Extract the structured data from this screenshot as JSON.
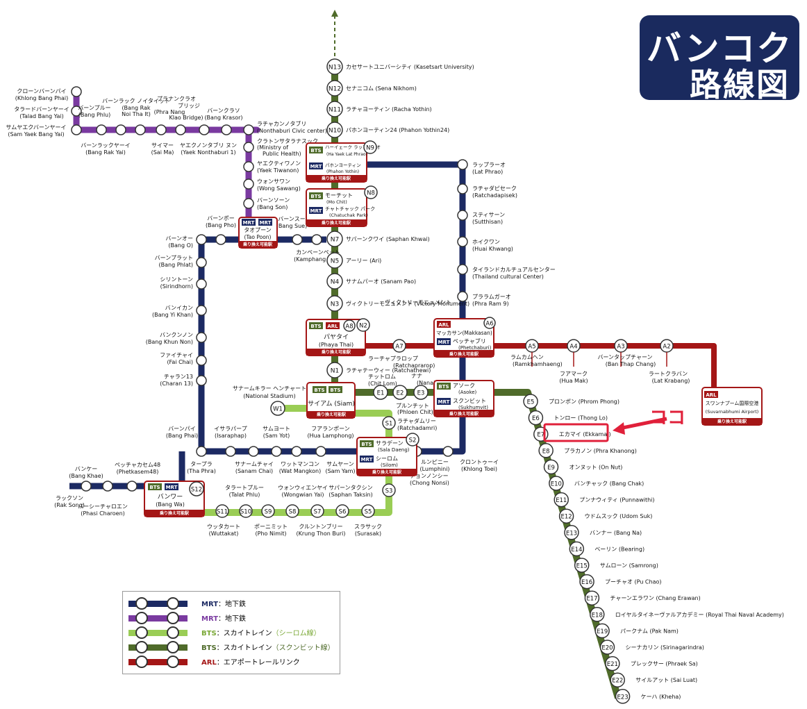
{
  "title": {
    "line1": "バンコク",
    "line2": "路線図"
  },
  "colors": {
    "mrt_blue": "#1c2a63",
    "mrt_purple": "#7a3aa0",
    "bts_silom": "#9acd55",
    "bts_sukhumvit": "#4f6b2a",
    "arl": "#a41616",
    "highlight": "#e0203a"
  },
  "annotation": "ココ",
  "interchanges": [
    {
      "id": "hayaek",
      "lines": [
        {
          "tag": "BTS",
          "name": "ハーイェーク ラップラーオ",
          "sub": "(Ha Yaek Lat Phrao)"
        },
        {
          "tag": "MRT",
          "name": "パホンヨーティン",
          "sub": "(Phahon Yothin)"
        }
      ],
      "code": "N9",
      "note": "乗り換え可能駅"
    },
    {
      "id": "mochit",
      "lines": [
        {
          "tag": "BTS",
          "name": "モーチット",
          "sub": "(Mo Chit)"
        },
        {
          "tag": "MRT",
          "name": "チャトチャック パーク",
          "sub": "(Chatuchak Park)"
        }
      ],
      "code": "N8",
      "note": "乗り換え可能駅"
    },
    {
      "id": "taopoon",
      "tags": [
        "MRT",
        "MRT"
      ],
      "name": "タオプーン",
      "sub": "(Tao Poon)",
      "note": "乗り換え可能駅"
    },
    {
      "id": "phayathai",
      "tags": [
        "BTS",
        "ARL"
      ],
      "name": "パヤタイ",
      "sub": "(Phaya Thai)",
      "codes": [
        "A8",
        "N2"
      ],
      "note": "乗り換え可能駅"
    },
    {
      "id": "makkasan",
      "lines": [
        {
          "tag": "ARL",
          "name": "マッカサン(Makkasan)"
        },
        {
          "tag": "MRT",
          "name": "ペッチャブリ",
          "sub": "(Phetchaburi)"
        }
      ],
      "code": "A6",
      "note": "乗り換え可能駅"
    },
    {
      "id": "siam",
      "tags": [
        "BTS",
        "BTS"
      ],
      "name": "サイアム (Siam)",
      "note": "乗り換え可能駅"
    },
    {
      "id": "asoke",
      "lines": [
        {
          "tag": "BTS",
          "name": "アソーク",
          "sub": "(Asoke)"
        },
        {
          "tag": "MRT",
          "name": "スクンビット",
          "sub": "(Sukhumvit)"
        }
      ],
      "note": "乗り換え可能駅"
    },
    {
      "id": "saladaeng",
      "lines": [
        {
          "tag": "BTS",
          "name": "サラデーン",
          "sub": "(Sala Daeng)"
        },
        {
          "tag": "MRT",
          "name": "シーロム",
          "sub": "(Silom)"
        }
      ],
      "code": "S2",
      "note": "乗り換え可能駅"
    },
    {
      "id": "bangwa",
      "tags": [
        "BTS",
        "MRT"
      ],
      "name": "バンワー",
      "sub": "(Bang Wa)",
      "code": "S12",
      "note": "乗り換え可能駅"
    },
    {
      "id": "suvarnabhumi",
      "tags": [
        "ARL"
      ],
      "name": "スワンナプーム国際空港",
      "sub": "(Suvarnabhumi Airport)",
      "note": "乗り換え可能駅"
    }
  ],
  "purple_stations": [
    {
      "ja": "クローンバーンパイ",
      "en": "(Khlong Bang Phai)"
    },
    {
      "ja": "タラードバーンヤーイ",
      "en": "(Talad Bang Yai)"
    },
    {
      "ja": "サムヤエクバーンヤーイ",
      "en": "(Sam Yaek Bang Yai)"
    },
    {
      "ja": "バーンプルー",
      "en": "(Bang Phlu)"
    },
    {
      "ja": "バーンラックヤーイ",
      "en": "(Bang Rak Yai)"
    },
    {
      "ja": "バーンラック ノイタイット",
      "en": "(Bang Rak Noi Tha It)"
    },
    {
      "ja": "サイマー",
      "en": "(Sai Ma)"
    },
    {
      "ja": "プラナンクラオ ブリッジ",
      "en": "(Phra Nang Klao Bridge)"
    },
    {
      "ja": "ヤエクノンタブリ ヌン",
      "en": "(Yaek Nonthaburi 1)"
    },
    {
      "ja": "バーンクラソ",
      "en": "(Bang Krasor)"
    },
    {
      "ja": "ラチャカンノタブリ",
      "en": "(Nonthaburi Civic center)"
    },
    {
      "ja": "クラトンサタラナスック",
      "en": "(Ministry of Public Health)"
    },
    {
      "ja": "ヤエクティワノン",
      "en": "(Yaek Tiwanon)"
    },
    {
      "ja": "ウォンサワン",
      "en": "(Wong Sawang)"
    },
    {
      "ja": "バーンソーン",
      "en": "(Bang Son)"
    }
  ],
  "blue_stations": [
    {
      "ja": "バーンポー",
      "en": "(Bang Pho)"
    },
    {
      "ja": "バーンスー",
      "en": "(Bang Sue)"
    },
    {
      "ja": "カンペーンペット",
      "en": "(Kamphang Phet)"
    },
    {
      "ja": "バーンオー",
      "en": "(Bang O)"
    },
    {
      "ja": "バーンプラット",
      "en": "(Bang Phlat)"
    },
    {
      "ja": "シリントーン",
      "en": "(Sirindhorn)"
    },
    {
      "ja": "バンイカン",
      "en": "(Bang Yi Khan)"
    },
    {
      "ja": "バンクンノン",
      "en": "(Bang Khun Non)"
    },
    {
      "ja": "ファイチャイ",
      "en": "(Fai Chai)"
    },
    {
      "ja": "チャラン13",
      "en": "(Charan 13)"
    },
    {
      "ja": "バーンパイ",
      "en": "(Bang Phai)"
    },
    {
      "ja": "タープラ",
      "en": "(Tha Phra)"
    },
    {
      "ja": "イサラパープ",
      "en": "(Isaraphap)"
    },
    {
      "ja": "サナームチャイ",
      "en": "(Sanam Chai)"
    },
    {
      "ja": "サムヨート",
      "en": "(Sam Yot)"
    },
    {
      "ja": "ワットマンコン",
      "en": "(Wat Mangkon)"
    },
    {
      "ja": "フアランポーン",
      "en": "(Hua Lamphong)"
    },
    {
      "ja": "サムヤーン",
      "en": "(Sam Yam)"
    },
    {
      "ja": "ルンピニー",
      "en": "(Lumphini)"
    },
    {
      "ja": "クロントゥーイ",
      "en": "(Khlong Toei)"
    },
    {
      "ja": "ラップラーオ",
      "en": "(Lat Phrao)"
    },
    {
      "ja": "ラチャダピセーク",
      "en": "(Ratchadapisek)"
    },
    {
      "ja": "スティサーン",
      "en": "(Sutthisan)"
    },
    {
      "ja": "ホイクワン",
      "en": "(Huai Khwang)"
    },
    {
      "ja": "タイランドカルチュアルセンター",
      "en": "(Thailand cultural Center)"
    },
    {
      "ja": "プララムガーオ",
      "en": "(Phra Ram 9)"
    },
    {
      "ja": "バンケー",
      "en": "(Bang Khae)"
    },
    {
      "ja": "ペッチャカセム48",
      "en": "(Phetkasem48)"
    },
    {
      "ja": "ラックソン",
      "en": "(Rak Song)"
    },
    {
      "ja": "バーシーチャロエン",
      "en": "(Phasi Charoen)"
    }
  ],
  "sukhumvit_north": [
    {
      "code": "N13",
      "ja": "カセサートユニバーシティ",
      "en": "(Kasetsart University)"
    },
    {
      "code": "N12",
      "ja": "セナニコム",
      "en": "(Sena Nikhom)"
    },
    {
      "code": "N11",
      "ja": "ラチャヨーティン",
      "en": "(Racha Yothin)"
    },
    {
      "code": "N10",
      "ja": "パホンヨーティン24",
      "en": "(Phahon Yothin24)"
    },
    {
      "code": "N7",
      "ja": "サパーンクワイ",
      "en": "(Saphan Khwai)"
    },
    {
      "code": "N5",
      "ja": "アーリー",
      "en": "(Ari)"
    },
    {
      "code": "N4",
      "ja": "サナムパーオ",
      "en": "(Sanam Pao)"
    },
    {
      "code": "N3",
      "ja": "ヴィクトリーモニュメント",
      "en": "(Victory Monument)"
    },
    {
      "code": "N1",
      "ja": "ラチャテーウィー",
      "en": "(Ratchathewi)"
    }
  ],
  "sukhumvit_east": [
    {
      "code": "E1",
      "ja": "チットロム",
      "en": "(Chit Lom)"
    },
    {
      "code": "E2",
      "ja": "プルンチット",
      "en": "(Phloen Chit)"
    },
    {
      "code": "E3",
      "ja": "ナナ",
      "en": "(Nana)"
    },
    {
      "code": "E5",
      "ja": "プロンポン",
      "en": "(Phrom Phong)"
    },
    {
      "code": "E6",
      "ja": "トンロー",
      "en": "(Thong Lo)"
    },
    {
      "code": "E7",
      "ja": "エカマイ",
      "en": "(Ekkamai)"
    },
    {
      "code": "E8",
      "ja": "プラカノン",
      "en": "(Phra Khanong)"
    },
    {
      "code": "E9",
      "ja": "オンヌット",
      "en": "(On Nut)"
    },
    {
      "code": "E10",
      "ja": "バンチャック",
      "en": "(Bang Chak)"
    },
    {
      "code": "E11",
      "ja": "プンナウィティ",
      "en": "(Punnawithi)"
    },
    {
      "code": "E12",
      "ja": "ウドムスック",
      "en": "(Udom Suk)"
    },
    {
      "code": "E13",
      "ja": "バンナー",
      "en": "(Bang Na)"
    },
    {
      "code": "E14",
      "ja": "ベーリン",
      "en": "(Bearing)"
    },
    {
      "code": "E15",
      "ja": "サムローン",
      "en": "(Samrong)"
    },
    {
      "code": "E16",
      "ja": "プーチャオ",
      "en": "(Pu Chao)"
    },
    {
      "code": "E17",
      "ja": "チャーンエラワン",
      "en": "(Chang Erawan)"
    },
    {
      "code": "E18",
      "ja": "ロイヤルタイネーヴァルアカデミー",
      "en": "(Royal Thai Naval Academy)"
    },
    {
      "code": "E19",
      "ja": "パークナム",
      "en": "(Pak Nam)"
    },
    {
      "code": "E20",
      "ja": "シーナカリン",
      "en": "(Sirinagarindra)"
    },
    {
      "code": "E21",
      "ja": "プレックサー",
      "en": "(Phraek Sa)"
    },
    {
      "code": "E22",
      "ja": "サイルアット",
      "en": "(Sai Luat)"
    },
    {
      "code": "E23",
      "ja": "ケーハ",
      "en": "(Kheha)"
    }
  ],
  "silom_stations": [
    {
      "code": "W1",
      "ja": "サナームキラー ヘンチャート",
      "en": "(National Stadium)"
    },
    {
      "code": "S1",
      "ja": "ラチャダムリー",
      "en": "(Ratchadamri)"
    },
    {
      "code": "S3",
      "ja": "チョンノンシー",
      "en": "(Chong Nonsi)"
    },
    {
      "code": "S5",
      "ja": "スラサック",
      "en": "(Surasak)"
    },
    {
      "code": "S6",
      "ja": "サパーンタクシン",
      "en": "(Saphan Taksin)"
    },
    {
      "code": "S7",
      "ja": "クルントンブリー",
      "en": "(Krung Thon Buri)"
    },
    {
      "code": "S8",
      "ja": "ウォンウィエンヤイ",
      "en": "(Wongwian Yai)"
    },
    {
      "code": "S9",
      "ja": "ポーニミット",
      "en": "(Pho Nimit)"
    },
    {
      "code": "S10",
      "ja": "タラートプルー",
      "en": "(Talat Phlu)"
    },
    {
      "code": "S11",
      "ja": "ウッタカート",
      "en": "(Wuttakat)"
    }
  ],
  "arl_stations": [
    {
      "code": "A7",
      "ja": "ラーチャプラロップ",
      "en": "(Ratchaprarop)"
    },
    {
      "code": "A5",
      "ja": "ラムカムヘン",
      "en": "(Ramkhamhaeng)"
    },
    {
      "code": "A4",
      "ja": "フアマーク",
      "en": "(Hua Mak)"
    },
    {
      "code": "A3",
      "ja": "バーンタップチャーン",
      "en": "(Ban Thap Chang)"
    },
    {
      "code": "A2",
      "ja": "ラートクラバン",
      "en": "(Lat Krabang)"
    }
  ],
  "legend": [
    {
      "key": "MRT",
      "text": "：地下鉄",
      "extra": "",
      "color": "#1c2a63",
      "keycolor": "#1c2a63"
    },
    {
      "key": "MRT",
      "text": "：地下鉄",
      "extra": "",
      "color": "#7a3aa0",
      "keycolor": "#7a3aa0"
    },
    {
      "key": "BTS",
      "text": "：スカイトレイン",
      "extra": "（シーロム線）",
      "color": "#9acd55",
      "keycolor": "#7aa836"
    },
    {
      "key": "BTS",
      "text": "：スカイトレイン",
      "extra": "（スクンビット線）",
      "color": "#4f6b2a",
      "keycolor": "#4f6b2a"
    },
    {
      "key": "ARL",
      "text": "：エアポートレールリンク",
      "extra": "",
      "color": "#a41616",
      "keycolor": "#a41616"
    }
  ]
}
